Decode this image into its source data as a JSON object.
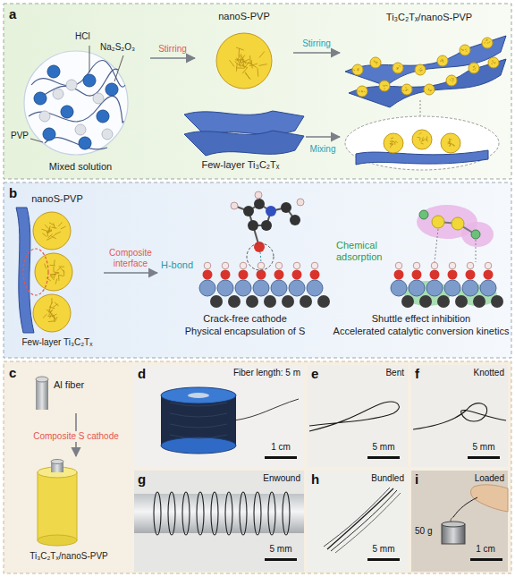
{
  "diagram": {
    "nodes": [
      {
        "text": [
          "a"
        ]
      },
      {
        "text": [
          "HCl",
          "Na₂S₂O₃",
          "PVP",
          "Mixed solution"
        ],
        "in": 0
      },
      {
        "text": [
          "nanoS-PVP"
        ],
        "in": 0
      },
      {
        "text": [
          "Few-layer Ti₃C₂Tₓ"
        ],
        "in": 0
      },
      {
        "text": [
          "Ti₃C₂Tₓ/nanoS-PVP"
        ],
        "in": 0
      },
      {
        "text": [
          "b"
        ]
      },
      {
        "text": [
          "nanoS-PVP",
          "Few-layer Ti₃C₂Tₓ"
        ],
        "in": 5
      },
      {
        "text": [
          "H-bond",
          "Crack-free cathode",
          "Physical encapsulation of S"
        ],
        "in": 5
      },
      {
        "text": [
          "Chemical adsorption",
          "Shuttle effect inhibition",
          "Accelerated catalytic conversion kinetics"
        ],
        "in": 5
      },
      {
        "text": [
          "c"
        ]
      },
      {
        "text": [
          "Al fiber"
        ],
        "in": 9
      },
      {
        "text": [
          "Ti₃C₂Tₓ/nanoS-PVP"
        ],
        "in": 9
      },
      {
        "text": [
          "d",
          "Fiber length: 5 m",
          "1 cm"
        ]
      },
      {
        "text": [
          "e",
          "Bent",
          "5 mm"
        ]
      },
      {
        "text": [
          "f",
          "Knotted",
          "5 mm"
        ]
      },
      {
        "text": [
          "g",
          "Enwound",
          "5 mm"
        ]
      },
      {
        "text": [
          "h",
          "Bundled",
          "5 mm"
        ]
      },
      {
        "text": [
          "i",
          "Loaded",
          "50 g",
          "1 cm"
        ]
      }
    ],
    "edges": [
      {
        "from": 1,
        "to": 2,
        "label": "Stirring",
        "arrow": "to"
      },
      {
        "from": 2,
        "to": 4,
        "label": "Stirring",
        "arrow": "to"
      },
      {
        "from": 3,
        "to": 4,
        "label": "Mixing",
        "arrow": "to"
      },
      {
        "from": 6,
        "to": 7,
        "label": "Composite interface",
        "arrow": "to"
      },
      {
        "from": 10,
        "to": 11,
        "label": "Composite S cathode",
        "arrow": "to"
      }
    ]
  }
}
